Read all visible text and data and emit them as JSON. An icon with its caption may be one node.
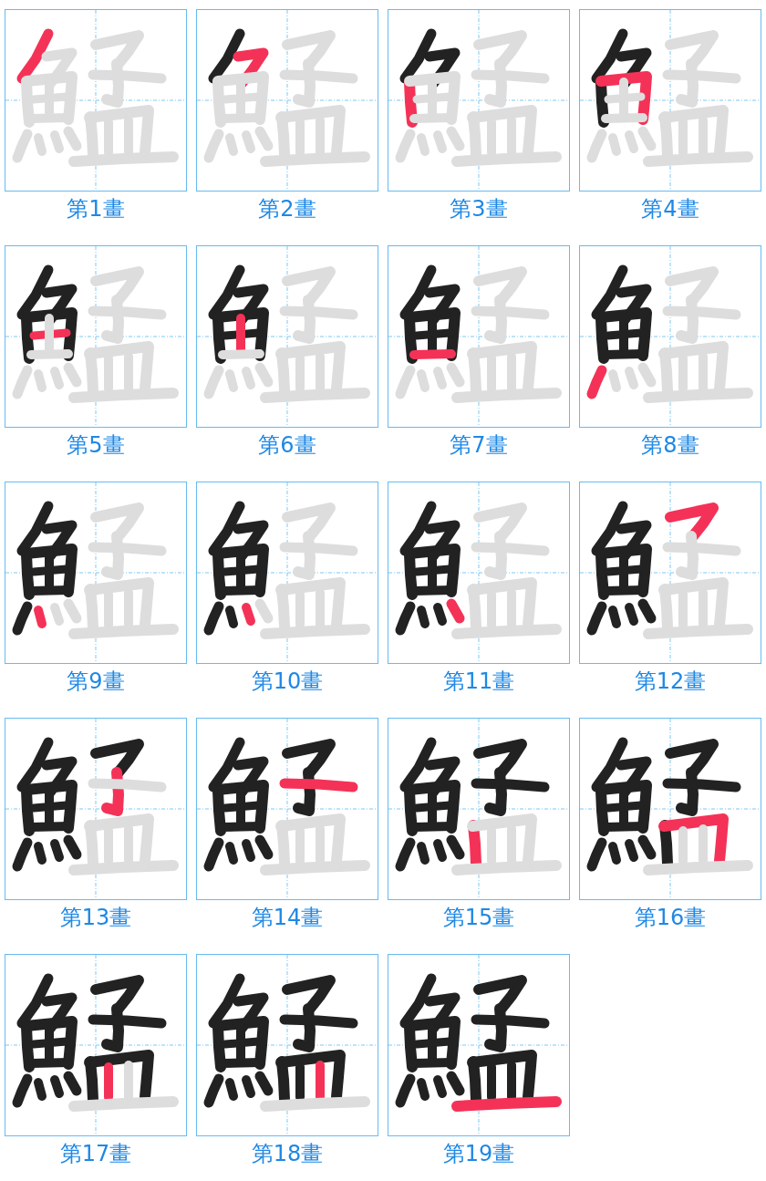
{
  "diagram": {
    "labels": [
      "第1畫",
      "第2畫",
      "第3畫",
      "第4畫",
      "第5畫",
      "第6畫",
      "第7畫",
      "第8畫",
      "第9畫",
      "第10畫",
      "第11畫",
      "第12畫",
      "第13畫",
      "第14畫",
      "第15畫",
      "第16畫",
      "第17畫",
      "第18畫",
      "第19畫"
    ]
  }
}
